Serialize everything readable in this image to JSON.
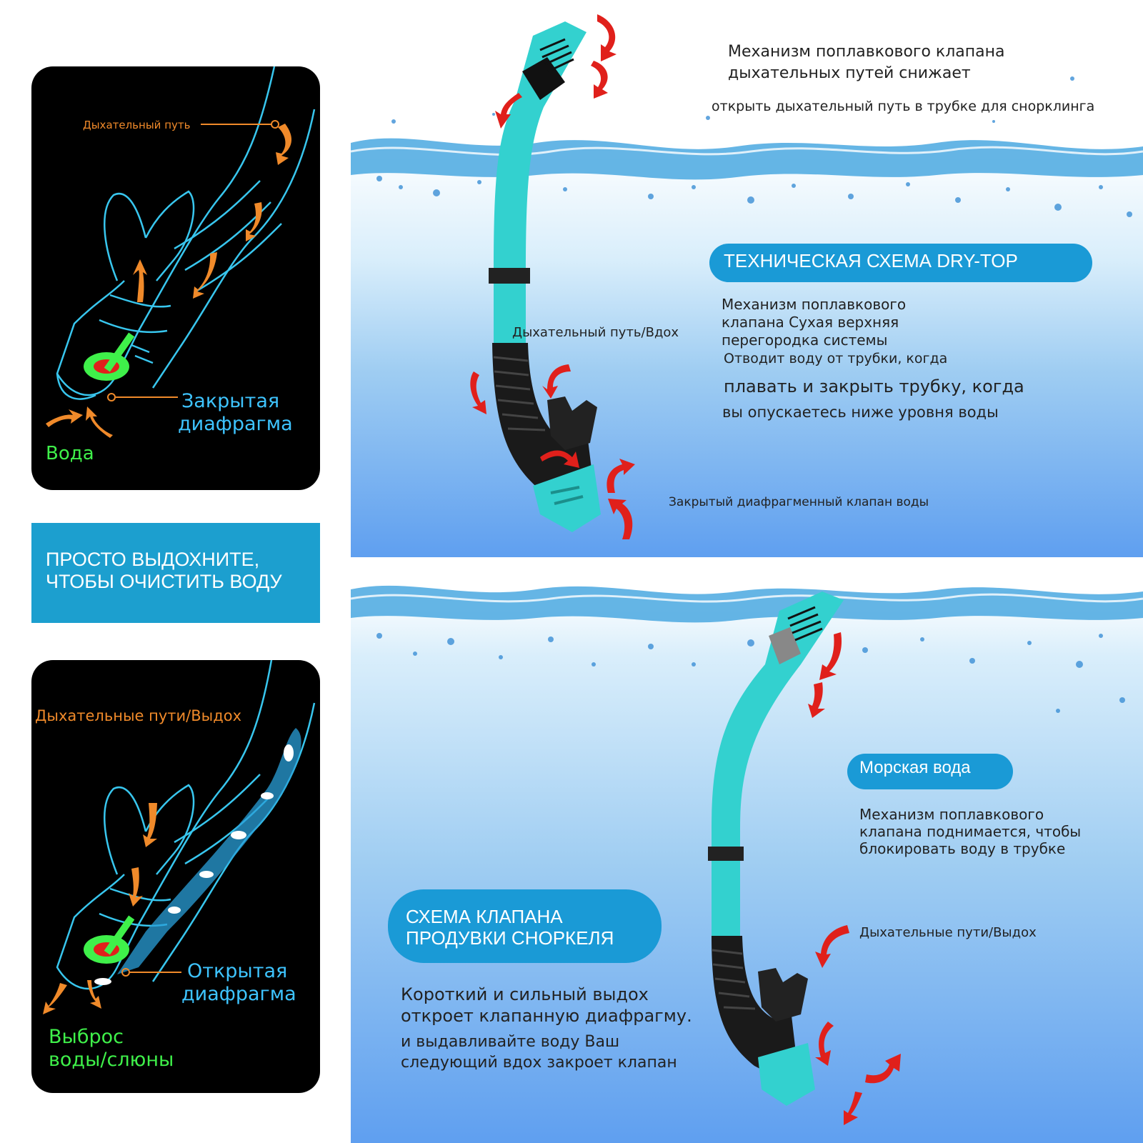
{
  "colors": {
    "accent_blue": "#1c9fcf",
    "pill_blue": "#1a9ad6",
    "snorkel_teal": "#33d1cf",
    "arrow_red": "#e0201b",
    "arrow_orange": "#f08a2a",
    "label_green": "#3ff04a",
    "label_blue": "#3ec4ff"
  },
  "icons": [
    "snorkel-outline-icon",
    "red-flow-arrow-icon",
    "orange-flow-arrow-icon",
    "diaphragm-valve-icon",
    "water-bubbles-icon"
  ],
  "top_card": {
    "airway_label": "Дыхательный путь",
    "closed_label_1": "Закрытая",
    "closed_label_2": "диафрагма",
    "water_label": "Вода"
  },
  "banner": {
    "line1": "ПРОСТО ВЫДОХНИТЕ,",
    "line2": "ЧТОБЫ ОЧИСТИТЬ ВОДУ"
  },
  "bottom_card": {
    "airway_label": "Дыхательные пути/Выдох",
    "open_label_1": "Открытая",
    "open_label_2": "диафрагма",
    "purge_label_1": "Выброс",
    "purge_label_2": "воды/слюны"
  },
  "top_panel": {
    "heading_line1": "Механизм поплавкового клапана",
    "heading_line2": "дыхательных путей снижает",
    "heading_line3": "открыть дыхательный путь в трубке для снорклинга",
    "pill": "ТЕХНИЧЕСКАЯ СХЕМА DRY-TOP",
    "desc_line1": "Механизм поплавкового",
    "desc_line2": "клапана Сухая верхняя",
    "desc_line3": "перегородка системы",
    "desc_line4": "Отводит воду от трубки, когда",
    "desc_line5": "плавать и закрыть трубку, когда",
    "desc_line6": "вы опускаетесь ниже уровня воды",
    "inhale_label": "Дыхательный путь/Вдох",
    "valve_label": "Закрытый диафрагменный клапан воды"
  },
  "bottom_panel": {
    "pill": "Морская вода",
    "desc_line1": "Механизм поплавкового",
    "desc_line2": "клапана поднимается, чтобы",
    "desc_line3": "блокировать воду в трубке",
    "exhale_label": "Дыхательные пути/Выдох",
    "purge_pill_line1": "СХЕМА КЛАПАНА",
    "purge_pill_line2": "ПРОДУВКИ СНОРКЕЛЯ",
    "purge_line1": "Короткий и сильный выдох",
    "purge_line2": "откроет клапанную диафрагму.",
    "purge_line3": "и выдавливайте воду Ваш",
    "purge_line4": "следующий вдох закроет клапан"
  }
}
